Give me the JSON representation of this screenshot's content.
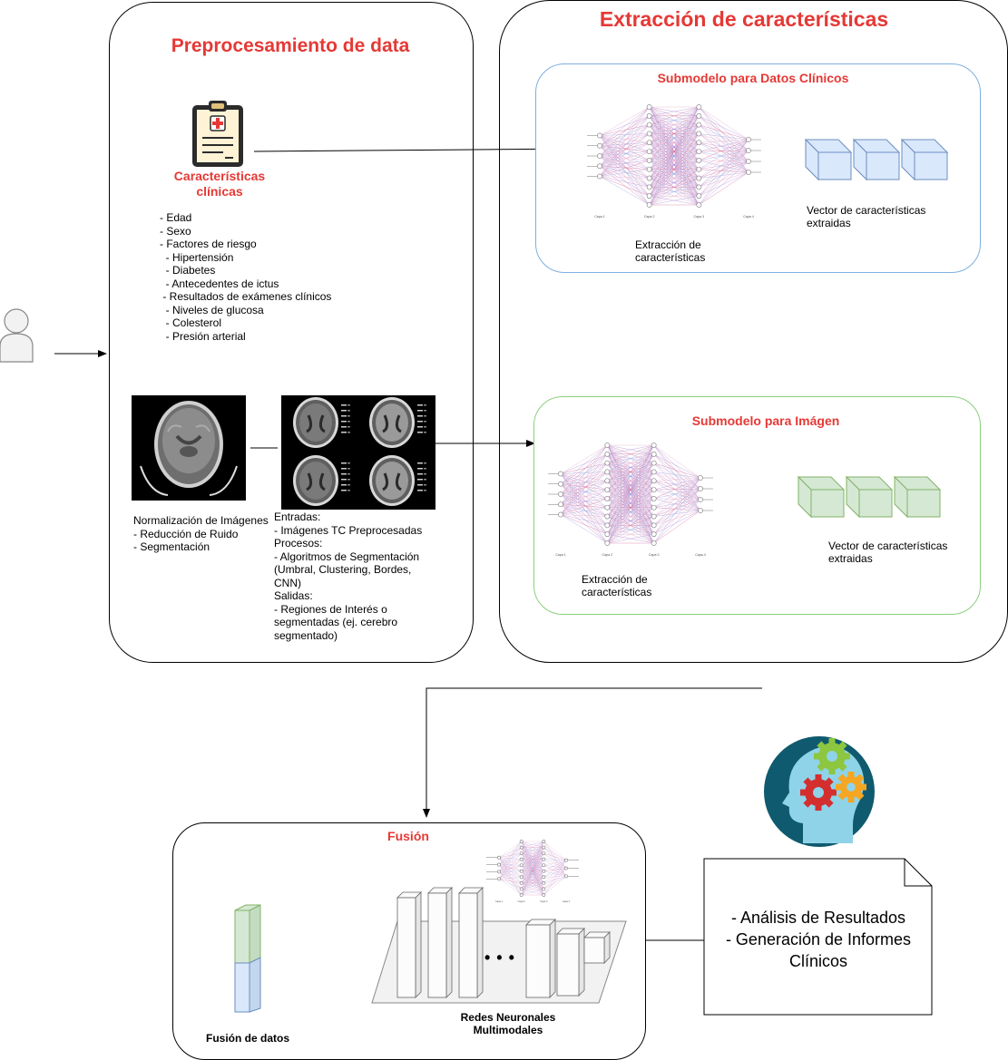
{
  "preprocessing": {
    "title": "Preprocesamiento de data",
    "clinical_label": "Características\nclínicas",
    "clinical_items": [
      "- Edad",
      "- Sexo",
      "- Factores de riesgo",
      "  - Hipertensión",
      "  - Diabetes",
      "  - Antecedentes de ictus",
      " - Resultados de exámenes clínicos",
      "  - Niveles de glucosa",
      "  - Colesterol",
      "  - Presión arterial"
    ],
    "image_norm_lines": [
      "Normalización de Imágenes",
      "- Reducción de Ruido",
      "- Segmentación"
    ],
    "io_lines": [
      "Entradas:",
      "- Imágenes TC Preprocesadas",
      "Procesos:",
      "- Algoritmos de Segmentación",
      "(Umbral, Clustering, Bordes,",
      "CNN)",
      "Salidas:",
      "- Regiones de Interés o",
      "segmentadas (ej. cerebro",
      "segmentado)"
    ]
  },
  "extraction": {
    "title": "Extracción de características",
    "clinical_submodel": {
      "title": "Submodelo para Datos Clínicos",
      "net_caption": "Extracción de\ncaracterísticas",
      "vector_caption": "Vector de características\nextraidas",
      "layer_labels": [
        "Capa 1",
        "Capa 2",
        "Capa 3",
        "Capa 4"
      ],
      "box_color": "#dae8fc",
      "box_stroke": "#6c8ebf"
    },
    "image_submodel": {
      "title": "Submodelo para Imágen",
      "net_caption": "Extracción de\ncaracterísticas",
      "vector_caption": "Vector de características\nextraidas",
      "layer_labels": [
        "Capa 1",
        "Capa 2",
        "Capa 3",
        "Capa 4"
      ],
      "box_color": "#d5e8d4",
      "box_stroke": "#82b366"
    }
  },
  "fusion": {
    "title": "Fusión",
    "data_fusion_label": "Fusión de datos",
    "multimodal_label": "Redes Neuronales\nMultimodales",
    "ellipsis": "• • •"
  },
  "output": {
    "lines": [
      "- Análisis de Resultados",
      "- Generación de Informes",
      "Clínicos"
    ]
  },
  "icons": [
    "user-icon",
    "clipboard-icon",
    "brain-ct-image",
    "brain-ct-grid-image",
    "ai-head-gears-icon"
  ],
  "colors": {
    "title_red": "#e53935",
    "clinical_border": "#7eb0e0",
    "image_border": "#8ccf7e",
    "brain_outer": "#0f5a6e",
    "brain_inner": "#8fd3e8",
    "gear_green": "#8dc63f",
    "gear_red": "#d32f2f",
    "gear_yellow": "#f5a623"
  }
}
